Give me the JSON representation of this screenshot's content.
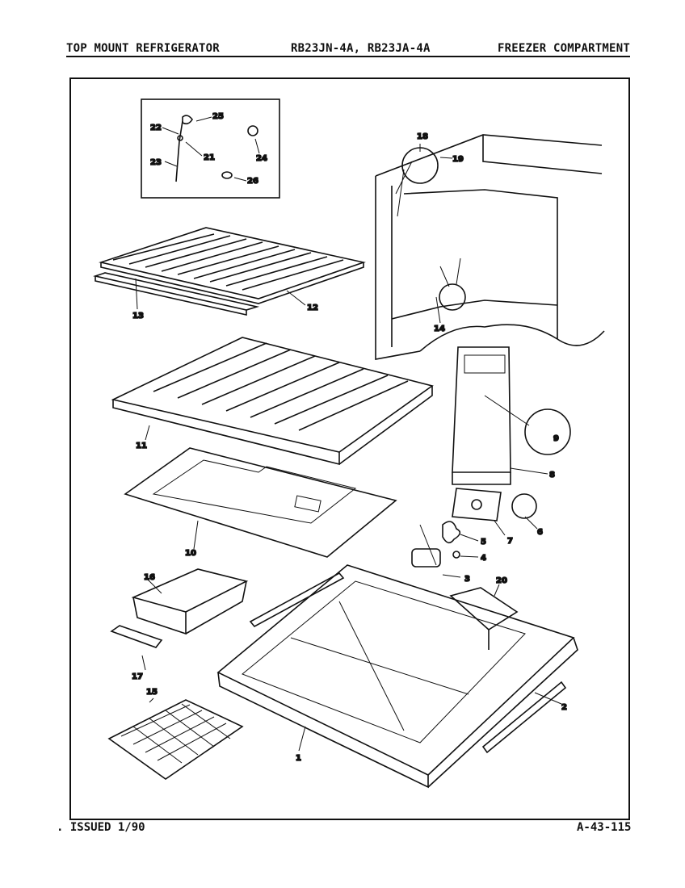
{
  "header": {
    "left": "TOP MOUNT REFRIGERATOR",
    "center": "RB23JN-4A, RB23JA-4A",
    "right": "FREEZER COMPARTMENT"
  },
  "footer": {
    "left": ". ISSUED 1/90",
    "right": "A-43-115"
  },
  "callouts": {
    "c1": "1",
    "c2": "2",
    "c3": "3",
    "c4": "4",
    "c5": "5",
    "c6": "6",
    "c7": "7",
    "c8": "8",
    "c9": "9",
    "c10": "10",
    "c11": "11",
    "c12": "12",
    "c13": "13",
    "c14": "14",
    "c15": "15",
    "c16": "16",
    "c17": "17",
    "c18": "18",
    "c19": "19",
    "c20": "20",
    "c21": "21",
    "c22": "22",
    "c23": "23",
    "c24": "24",
    "c25": "25",
    "c26": "26"
  }
}
